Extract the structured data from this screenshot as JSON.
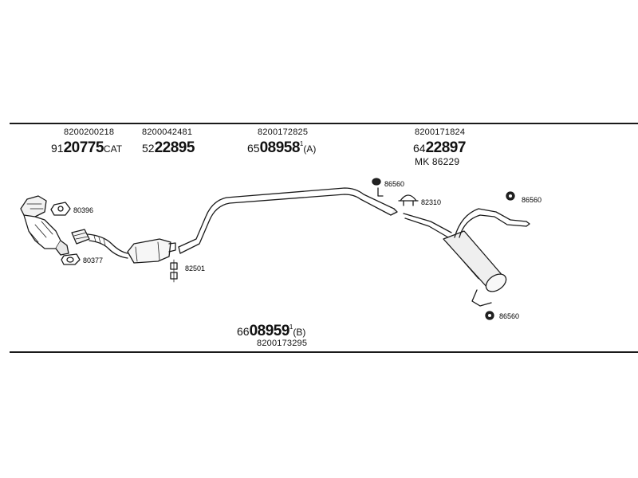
{
  "top_left_oe": "8200200218",
  "cat_prefix": "91",
  "cat_number": "20775",
  "cat_suffix": "CAT",
  "pipe1_oe": "8200042481",
  "pipe1_prefix": "52",
  "pipe1_number": "22895",
  "mid_oe": "8200172825",
  "mid_prefix": "65",
  "mid_number": "08958",
  "mid_sup": "1",
  "mid_suffix": "(A)",
  "rear_oe": "8200171824",
  "rear_prefix": "64",
  "rear_number": "22897",
  "mk_label": "MK 86229",
  "bottom_prefix": "66",
  "bottom_number": "08959",
  "bottom_sup": "1",
  "bottom_suffix": "(B)",
  "bottom_oe": "8200173295",
  "callouts": {
    "c80396": "80396",
    "c80377": "80377",
    "c82501": "82501",
    "c86560a": "86560",
    "c82310": "82310",
    "c86560b": "86560",
    "c86560c": "86560"
  }
}
